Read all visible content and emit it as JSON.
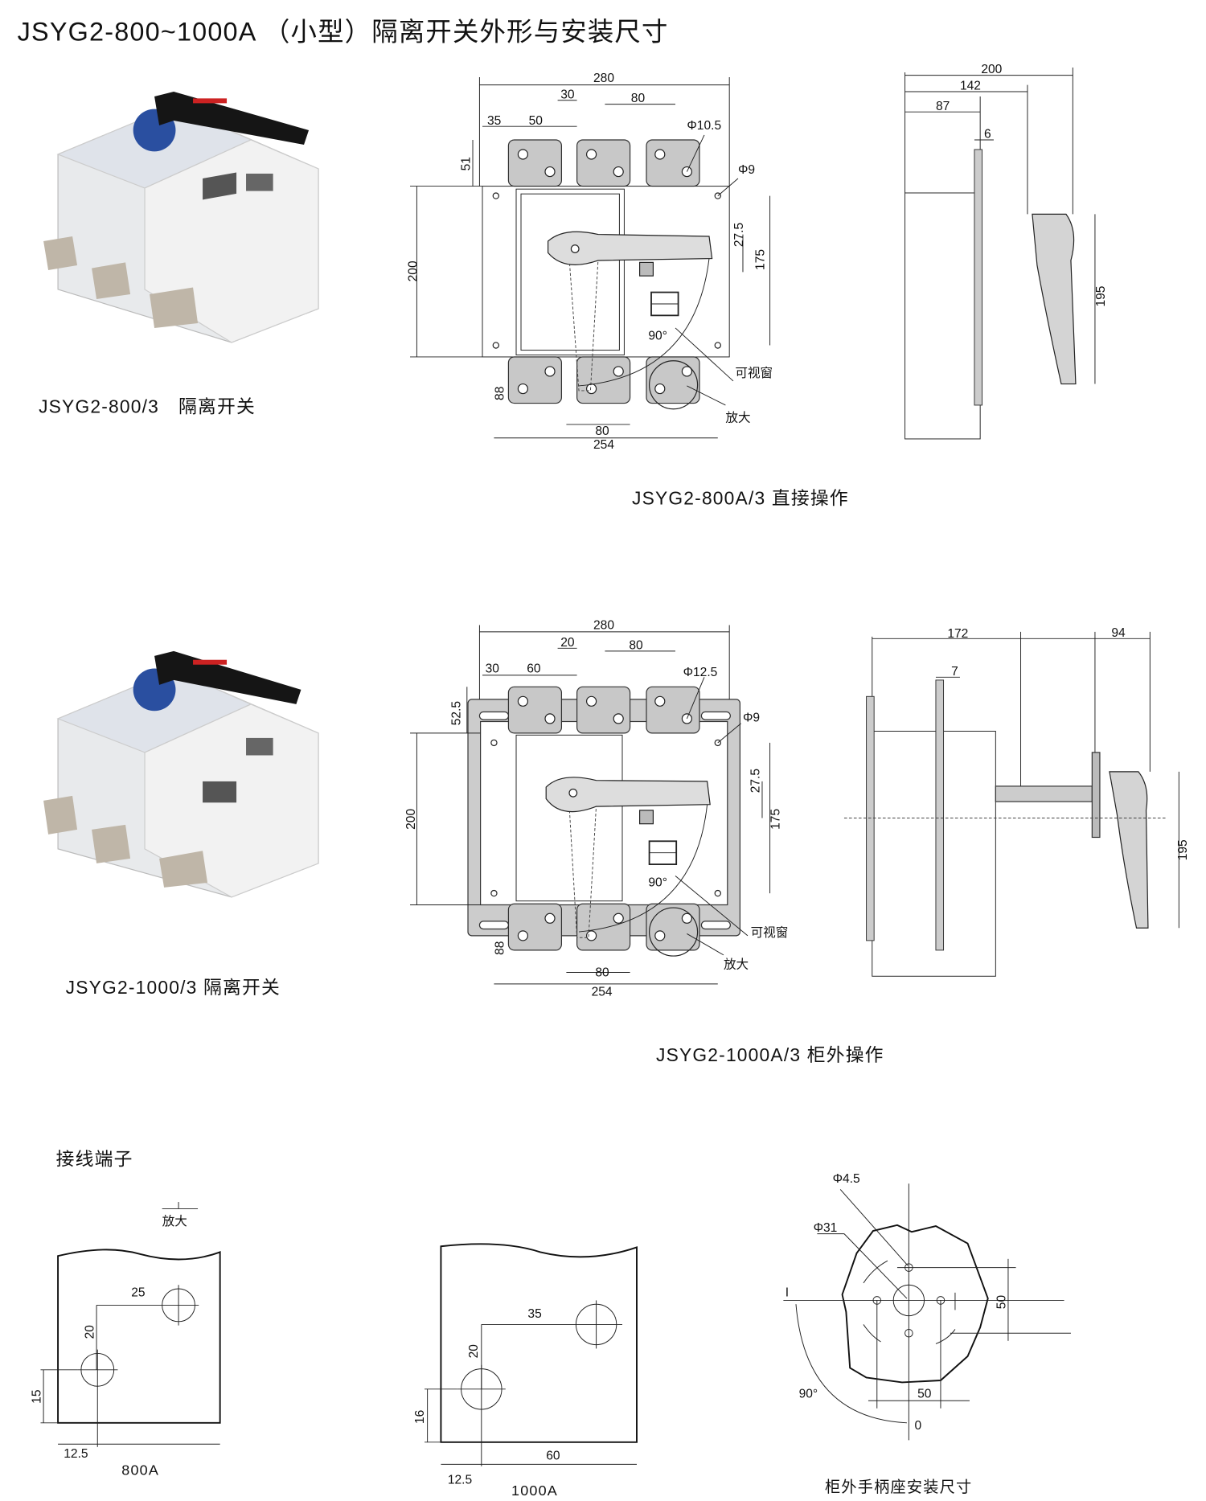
{
  "title": "JSYG2-800~1000A （小型）隔离开关外形与安装尺寸",
  "products": [
    {
      "caption": "JSYG2-800/3　隔离开关"
    },
    {
      "caption": "JSYG2-1000/3 隔离开关"
    }
  ],
  "drawing_800": {
    "caption": "JSYG2-800A/3 直接操作",
    "front_dims": {
      "width_total": "280",
      "d30": "30",
      "d80_top": "80",
      "d35": "35",
      "d50": "50",
      "phi_terminal": "Φ10.5",
      "phi_mount": "Φ9",
      "d51": "51",
      "height": "200",
      "d27_5": "27.5",
      "d175": "175",
      "angle": "90°",
      "window_label": "可视窗",
      "enlarge_label": "放大",
      "d88": "88",
      "d80_bottom": "80",
      "d254": "254"
    },
    "side_dims": {
      "d200": "200",
      "d142": "142",
      "d87": "87",
      "d6": "6",
      "d195": "195"
    }
  },
  "drawing_1000": {
    "caption": "JSYG2-1000A/3 柜外操作",
    "front_dims": {
      "width_total": "280",
      "d20": "20",
      "d80_top": "80",
      "d30": "30",
      "d60": "60",
      "phi_terminal": "Φ12.5",
      "phi_mount": "Φ9",
      "d52_5": "52.5",
      "height": "200",
      "d27_5": "27.5",
      "d175": "175",
      "angle": "90°",
      "window_label": "可视窗",
      "enlarge_label": "放大",
      "d88": "88",
      "d80_bottom": "80",
      "d254": "254"
    },
    "side_dims": {
      "d172": "172",
      "d94": "94",
      "d7": "7",
      "d195": "195"
    }
  },
  "terminals": {
    "section_title": "接线端子",
    "enlarge_label": "放大",
    "t800": {
      "label": "800A",
      "d25": "25",
      "d20": "20",
      "d15": "15",
      "d12_5": "12.5"
    },
    "t1000": {
      "label": "1000A",
      "d35": "35",
      "d20": "20",
      "d16": "16",
      "d60": "60",
      "d12_5": "12.5"
    }
  },
  "handle_seat": {
    "caption": "柜外手柄座安装尺寸",
    "phi_small": "Φ4.5",
    "phi_large": "Φ31",
    "d50_v": "50",
    "d50_h": "50",
    "angle": "90°",
    "pos_on": "I",
    "pos_off": "0"
  }
}
